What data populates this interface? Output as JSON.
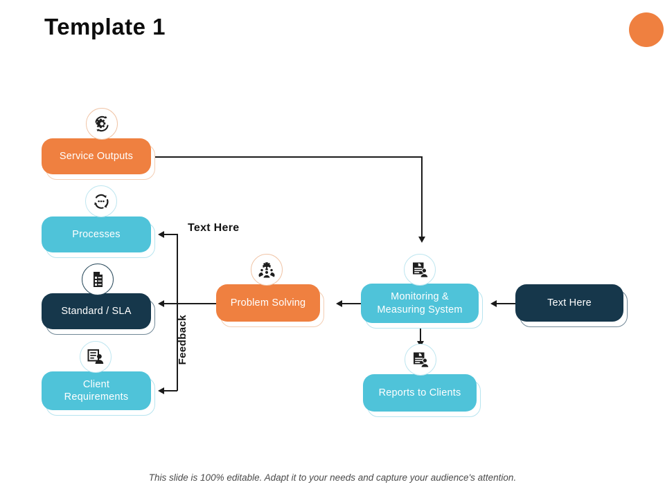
{
  "slide": {
    "title": "Template 1",
    "footer_note": "This slide is 100% editable. Adapt it to your needs and capture your audience's attention.",
    "brand_dot_color": "#ef8040"
  },
  "palette": {
    "orange": "#ef8040",
    "teal": "#4fc3d9",
    "navy": "#16374b",
    "line": "#1a1a1a",
    "text_dark": "#141414"
  },
  "labels": {
    "text_here": "Text Here",
    "feedback": "Feedback"
  },
  "nodes": {
    "service_outputs": {
      "label": "Service Outputs",
      "color": "orange",
      "icon": "gear-refresh-icon"
    },
    "processes": {
      "label": "Processes",
      "color": "teal",
      "icon": "process-cycle-icon"
    },
    "standard_sla": {
      "label": "Standard / SLA",
      "color": "navy",
      "icon": "checklist-document-icon"
    },
    "client_requirements": {
      "label": "Client Requirements",
      "label_line1": "Client",
      "label_line2": "Requirements",
      "color": "teal",
      "icon": "document-person-icon"
    },
    "problem_solving": {
      "label": "Problem Solving",
      "color": "orange",
      "icon": "puzzle-teamwork-icon"
    },
    "monitoring": {
      "label": "Monitoring & Measuring System",
      "label_line1": "Monitoring &",
      "label_line2": "Measuring System",
      "color": "teal",
      "icon": "report-chart-person-icon"
    },
    "reports": {
      "label": "Reports to Clients",
      "color": "teal",
      "icon": "report-chart-person-icon"
    },
    "text_here_box": {
      "label": "Text Here",
      "color": "navy",
      "icon": "none"
    }
  }
}
